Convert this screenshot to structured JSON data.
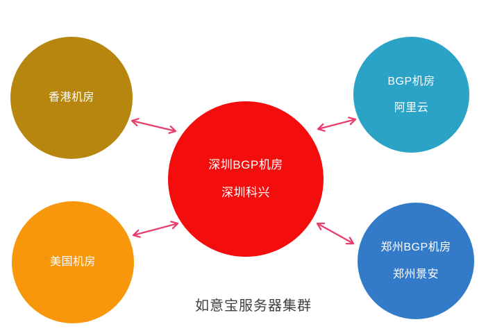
{
  "diagram": {
    "caption": "如意宝服务器集群",
    "caption_color": "#404040",
    "arrow_color": "#E83E6D",
    "label_color": "#FFFFFF",
    "center_node": {
      "label_line1": "深圳BGP机房",
      "label_line2": "深圳科兴",
      "color": "#F30D0D"
    },
    "nodes": [
      {
        "id": "hongkong",
        "label_line1": "香港机房",
        "color": "#B7860E"
      },
      {
        "id": "aliyun",
        "label_line1": "BGP机房",
        "label_line2": "阿里云",
        "color": "#2AA3C7"
      },
      {
        "id": "usa",
        "label_line1": "美国机房",
        "color": "#F8960C"
      },
      {
        "id": "zhengzhou",
        "label_line1": "郑州BGP机房",
        "label_line2": "郑州景安",
        "color": "#337BC9"
      }
    ],
    "connections": [
      {
        "from": "深圳BGP机房 深圳科兴",
        "to": "香港机房"
      },
      {
        "from": "深圳BGP机房 深圳科兴",
        "to": "BGP机房 阿里云"
      },
      {
        "from": "深圳BGP机房 深圳科兴",
        "to": "美国机房"
      },
      {
        "from": "深圳BGP机房 深圳科兴",
        "to": "郑州BGP机房 郑州景安"
      }
    ]
  }
}
